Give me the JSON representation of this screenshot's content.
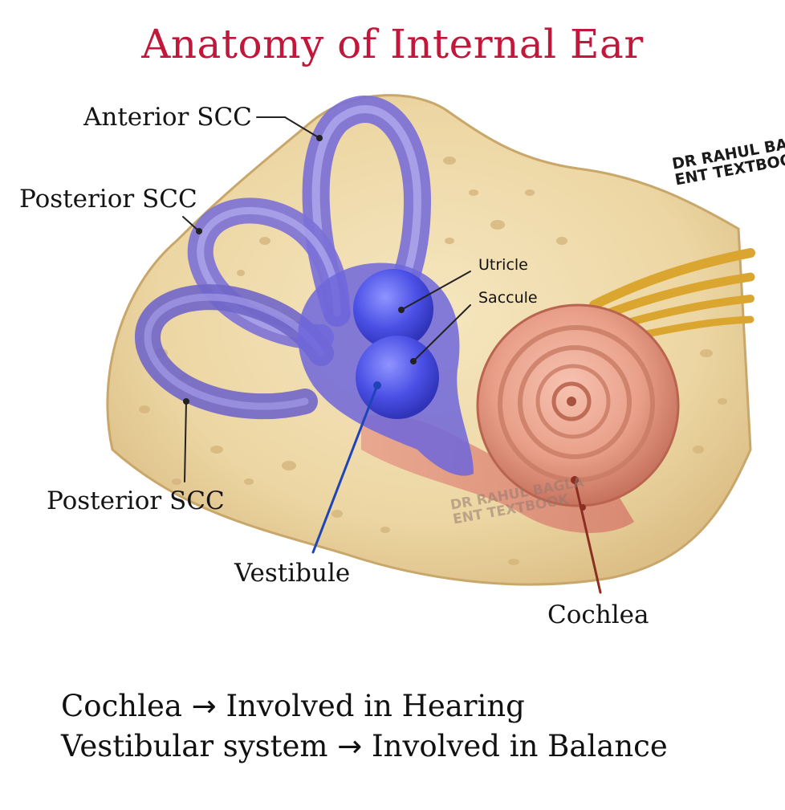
{
  "title": "Anatomy of Internal Ear",
  "labels": {
    "anterior_scc": "Anterior SCC",
    "posterior_scc_upper": "Posterior SCC",
    "posterior_scc_lower": "Posterior SCC",
    "utricle": "Utricle",
    "saccule": "Saccule",
    "vestibule": "Vestibule",
    "cochlea": "Cochlea"
  },
  "watermark": {
    "line1": "DR RAHUL BAGLA",
    "line2": "ENT TEXTBOOK"
  },
  "footer": {
    "line1_term": "Cochlea",
    "line1_arrow": "→",
    "line1_desc": "Involved in Hearing",
    "line2_term": "Vestibular system",
    "line2_arrow": "→",
    "line2_desc": "Involved in Balance"
  },
  "colors": {
    "title": "#c0173a",
    "canal": "#8f86e0",
    "vestibule": "#4a4fe0",
    "cochlea": "#e89a84",
    "bone": "#efdcae",
    "nerve": "#e0b233"
  }
}
